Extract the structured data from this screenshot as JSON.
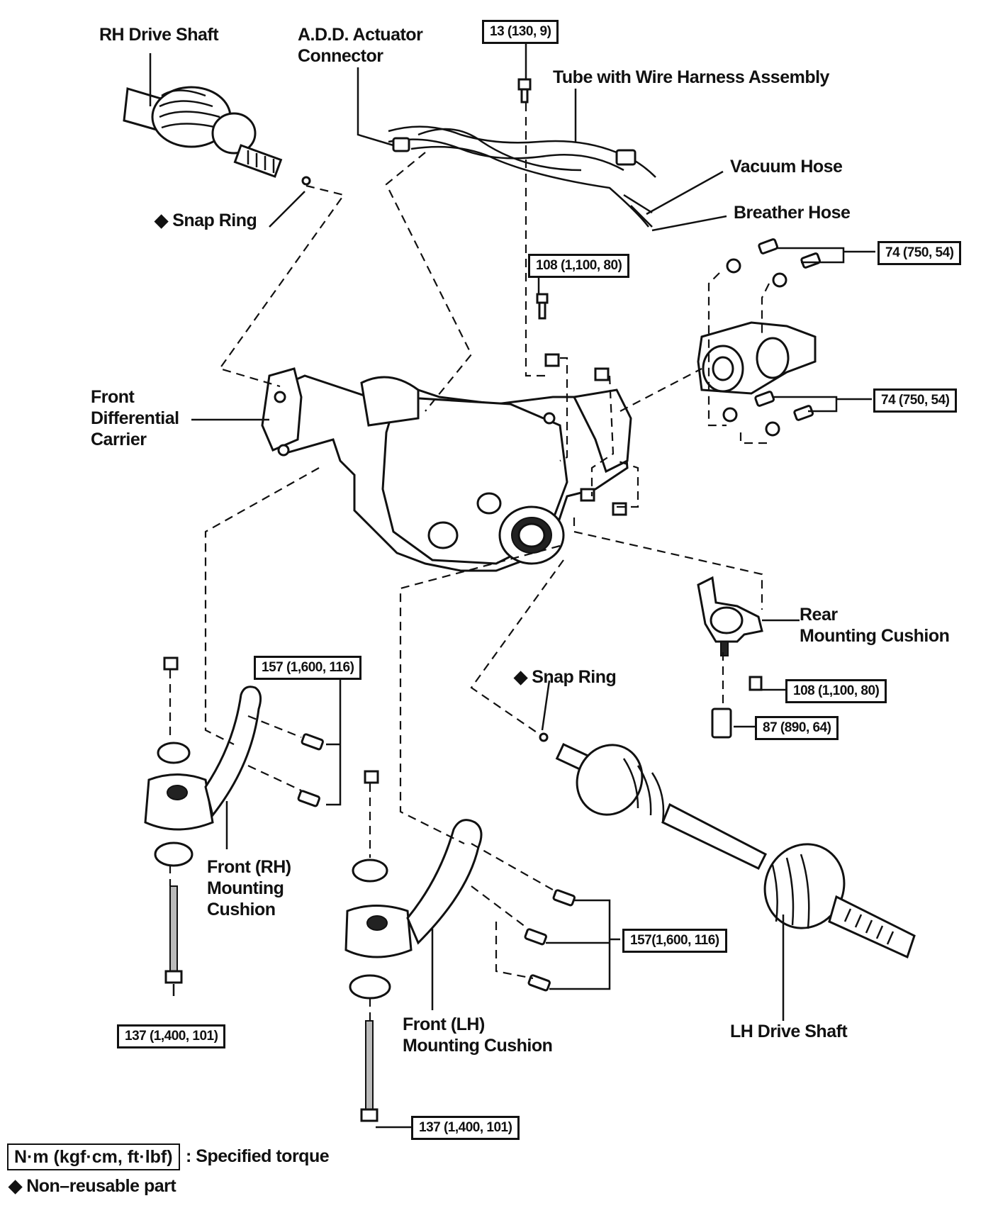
{
  "labels": {
    "rh_drive_shaft": "RH Drive Shaft",
    "add_actuator_line1": "A.D.D.  Actuator",
    "add_actuator_line2": "Connector",
    "tube_harness": "Tube with Wire Harness Assembly",
    "vacuum_hose": "Vacuum Hose",
    "breather_hose": "Breather Hose",
    "snap_ring_top": "Snap Ring",
    "front_diff_line1": "Front",
    "front_diff_line2": "Differential",
    "front_diff_line3": "Carrier",
    "rear_cushion_line1": "Rear",
    "rear_cushion_line2": "Mounting Cushion",
    "snap_ring_bottom": "Snap Ring",
    "front_rh_line1": "Front (RH)",
    "front_rh_line2": "Mounting",
    "front_rh_line3": "Cushion",
    "front_lh_line1": "Front (LH)",
    "front_lh_line2": "Mounting Cushion",
    "lh_drive_shaft": "LH Drive Shaft"
  },
  "torques": {
    "t_13": "13 (130, 9)",
    "t_108_top": "108 (1,100, 80)",
    "t_74_upper": "74 (750, 54)",
    "t_74_lower": "74 (750, 54)",
    "t_157_rh": "157 (1,600, 116)",
    "t_108_rear": "108 (1,100, 80)",
    "t_87": "87 (890, 64)",
    "t_157_lh": "157(1,600, 116)",
    "t_137_rh": "137 (1,400, 101)",
    "t_137_lh": "137 (1,400, 101)"
  },
  "legend": {
    "unit_box": "N·m (kgf·cm, ft·lbf)",
    "unit_text": ": Specified torque",
    "non_reusable": "Non–reusable part",
    "diamond": "◆"
  }
}
